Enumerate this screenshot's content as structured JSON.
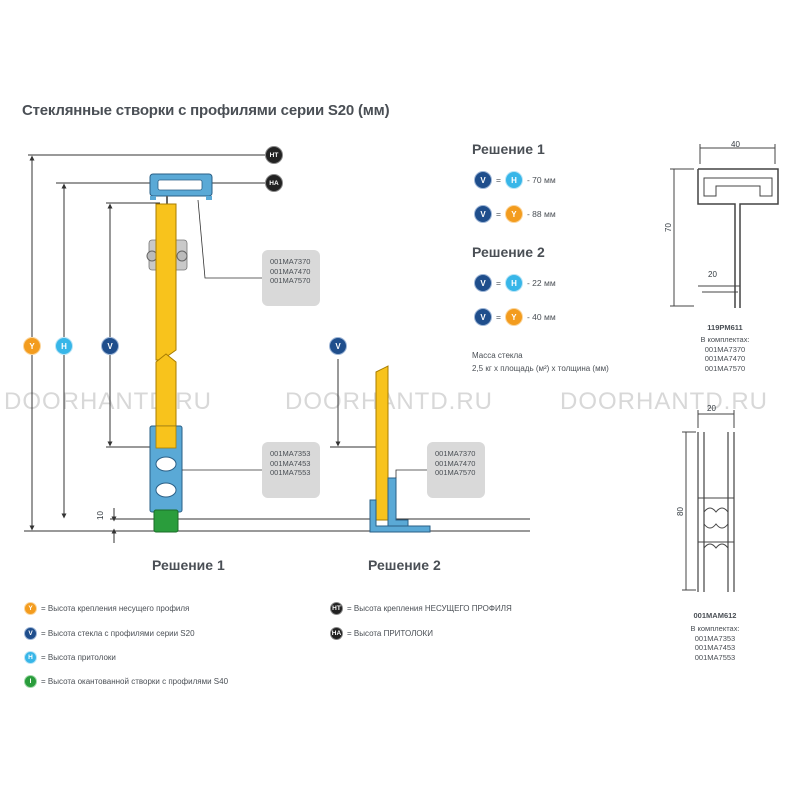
{
  "title": "Стеклянные створки с профилями серии S20 (мм)",
  "watermark": "DOORHANTD.RU",
  "badges": {
    "V": "V",
    "H": "H",
    "Y": "Y",
    "I": "I",
    "HT": "HT",
    "HA": "HA"
  },
  "solution1_formulas": {
    "title": "Решение 1",
    "rows": [
      {
        "left": "V",
        "right": "H",
        "text": "- 70 мм"
      },
      {
        "left": "V",
        "right": "Y",
        "text": "- 88 мм"
      }
    ]
  },
  "solution2_formulas": {
    "title": "Решение 2",
    "rows": [
      {
        "left": "V",
        "right": "H",
        "text": "- 22 мм"
      },
      {
        "left": "V",
        "right": "Y",
        "text": "- 40 мм"
      }
    ]
  },
  "mass": {
    "line1": "Масса стекла",
    "line2": "2,5 кг х площадь (м²) х толщина (мм)"
  },
  "code_boxes": {
    "top": [
      "001MA7370",
      "001MA7470",
      "001MA7570"
    ],
    "middle": [
      "001MA7353",
      "001MA7453",
      "001MA7553"
    ],
    "right": [
      "001MA7370",
      "001MA7470",
      "001MA7570"
    ]
  },
  "dimension_10": "10",
  "solution_labels": {
    "s1": "Решение 1",
    "s2": "Решение 2"
  },
  "legend": [
    {
      "badge": "Y",
      "text": "= Высота крепления несущего профиля"
    },
    {
      "badge": "V",
      "text": "= Высота стекла с профилями серии S20"
    },
    {
      "badge": "H",
      "text": "= Высота притолоки"
    },
    {
      "badge": "I",
      "text": "= Высота окантованной створки с профилями S40"
    },
    {
      "badge": "HT",
      "text": "= Высота крепления НЕСУЩЕГО ПРОФИЛЯ"
    },
    {
      "badge": "HA",
      "text": "= Высота ПРИТОЛОКИ"
    }
  ],
  "profile_top": {
    "width_dim": "40",
    "height_dim": "70",
    "inner_dim": "20",
    "name": "119PM611",
    "kit_label": "В комплектах:",
    "codes": [
      "001MA7370",
      "001MA7470",
      "001MA7570"
    ]
  },
  "profile_bottom": {
    "width_dim": "20",
    "height_dim": "80",
    "name": "001MAM612",
    "kit_label": "В комплектах:",
    "codes": [
      "001MA7353",
      "001MA7453",
      "001MA7553"
    ]
  },
  "colors": {
    "glass_yellow": "#f8c31c",
    "profile_blue": "#5aa9d6",
    "accent_green": "#2a9d3c",
    "badge_blue": "#1f4e8c",
    "badge_cyan": "#38b6e8",
    "badge_orange": "#f39c1e"
  }
}
